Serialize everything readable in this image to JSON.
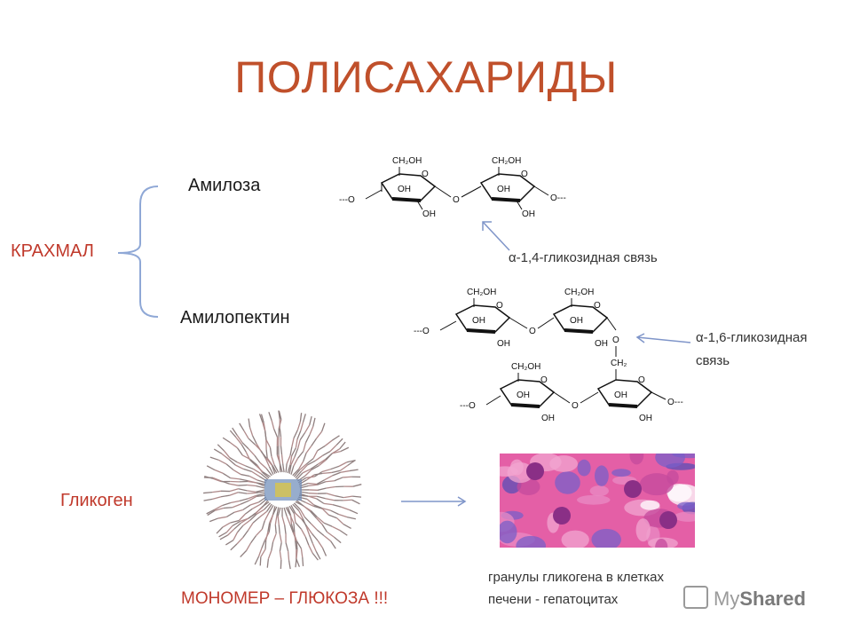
{
  "title": "ПОЛИСАХАРИДЫ",
  "starch": {
    "label": "КРАХМАЛ",
    "amylose": "Амилоза",
    "amylopectin": "Амилопектин"
  },
  "bond_14": "α-1,4-гликозидная связь",
  "bond_16_line1": "α-1,6-гликозидная",
  "bond_16_line2": "связь",
  "glycogen": {
    "label": "Гликоген",
    "monomer": "МОНОМЕР – ГЛЮКОЗА !!!",
    "caption_line1": "гранулы гликогена в клетках",
    "caption_line2": "печени - гепатоцитах"
  },
  "structure_labels": {
    "ch2oh": "CH₂OH",
    "ch2": "CH₂",
    "oh": "OH",
    "o": "O",
    "chain_o": "---O",
    "chain_end": "O---"
  },
  "watermark": {
    "part1": "My",
    "part2": "Shared"
  },
  "colors": {
    "title": "#c0502b",
    "accent_red": "#c0392b",
    "arrow": "#7f95c9",
    "brace": "#8fa8d6"
  }
}
